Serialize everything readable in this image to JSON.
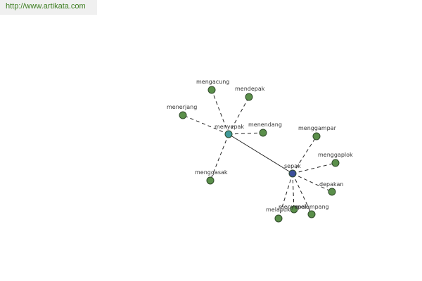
{
  "watermark": {
    "url": "http://www.artikata.com"
  },
  "graph": {
    "colors": {
      "leaf": "#5a8f4a",
      "hub_menyepak": "#3f9a9a",
      "hub_sepak": "#3b4f9a",
      "link": "#3b7d1f"
    },
    "nodes": [
      {
        "id": "menyepak",
        "label": "menyepak",
        "kind": "hub_menyepak"
      },
      {
        "id": "sepak",
        "label": "sepak",
        "kind": "hub_sepak"
      },
      {
        "id": "mengacung",
        "label": "mengacung",
        "kind": "leaf"
      },
      {
        "id": "mendepak",
        "label": "mendepak",
        "kind": "leaf"
      },
      {
        "id": "menerjang",
        "label": "menerjang",
        "kind": "leaf"
      },
      {
        "id": "menendang",
        "label": "menendang",
        "kind": "leaf"
      },
      {
        "id": "menggasak",
        "label": "menggasak",
        "kind": "leaf"
      },
      {
        "id": "menggampar",
        "label": "menggampar",
        "kind": "leaf"
      },
      {
        "id": "menggaplok",
        "label": "menggaplok",
        "kind": "leaf"
      },
      {
        "id": "depakan",
        "label": "depakan",
        "kind": "leaf"
      },
      {
        "id": "melampang",
        "label": "melampang",
        "kind": "leaf"
      },
      {
        "id": "menyepak2",
        "label": "menyepak",
        "kind": "leaf"
      },
      {
        "id": "melabuk",
        "label": "melabuk",
        "kind": "leaf"
      }
    ],
    "edges": [
      {
        "from": "menyepak",
        "to": "sepak",
        "style": "solid"
      },
      {
        "from": "menyepak",
        "to": "mengacung",
        "style": "dashed"
      },
      {
        "from": "menyepak",
        "to": "mendepak",
        "style": "dashed"
      },
      {
        "from": "menyepak",
        "to": "menerjang",
        "style": "dashed"
      },
      {
        "from": "menyepak",
        "to": "menendang",
        "style": "dashed"
      },
      {
        "from": "menyepak",
        "to": "menggasak",
        "style": "dashed"
      },
      {
        "from": "sepak",
        "to": "menggampar",
        "style": "dashed"
      },
      {
        "from": "sepak",
        "to": "menggaplok",
        "style": "dashed"
      },
      {
        "from": "sepak",
        "to": "depakan",
        "style": "dashed"
      },
      {
        "from": "sepak",
        "to": "melampang",
        "style": "dashed"
      },
      {
        "from": "sepak",
        "to": "menyepak2",
        "style": "dashed"
      },
      {
        "from": "sepak",
        "to": "melabuk",
        "style": "dashed"
      }
    ]
  }
}
